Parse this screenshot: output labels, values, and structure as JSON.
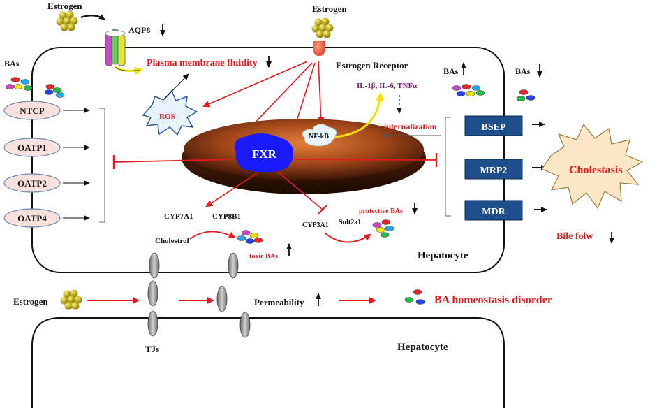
{
  "labels": {
    "estrogen_top_left": "Estrogen",
    "aqp8": "AQP8",
    "estrogen_top": "Estrogen",
    "plasma_fluidity": "Plasma membrane fluidity",
    "estrogen_receptor": "Estrogen Receptor",
    "bas_left": "BAs",
    "bas_up": "BAs",
    "bas_down": "BAs",
    "ros": "ROS",
    "cytokines": "IL-1β, IL-6, TNFα",
    "internalization": "internalization",
    "nfkb": "NF-kB",
    "fxr": "FXR",
    "cyp7a1": "CYP7A1",
    "cyp8b1": "CYP8B1",
    "protective_bas": "protective BAs",
    "cyp3a1": "CYP3A1",
    "sult2a1": "Sult2a1",
    "cholestrol": "Cholestrol",
    "toxic_bas": "toxic BAs",
    "cholestasis": "Cholestasis",
    "bile_flow": "Bile folw",
    "hepatocyte_1": "Hepatocyte",
    "estrogen_bottom": "Estrogen",
    "permeability": "Permeability",
    "ba_homeostasis": "BA homeostasis disorder",
    "tjs": "TJs",
    "hepatocyte_2": "Hepatocyte"
  },
  "uptake_transporters": [
    "NTCP",
    "OATP1",
    "OATP2",
    "OATP4"
  ],
  "efflux_transporters": [
    "BSEP",
    "MRP2",
    "MDR"
  ],
  "colors": {
    "red_arrow": "#e8181c",
    "efflux_box": "#1f4e8c",
    "fxr_blob": "#1a1aff",
    "uptake_fill": "#f8e0dc",
    "cytokine_text": "#7a1a7a",
    "nucleus": "#8b3a0f",
    "starburst": "#fbe7c6"
  }
}
